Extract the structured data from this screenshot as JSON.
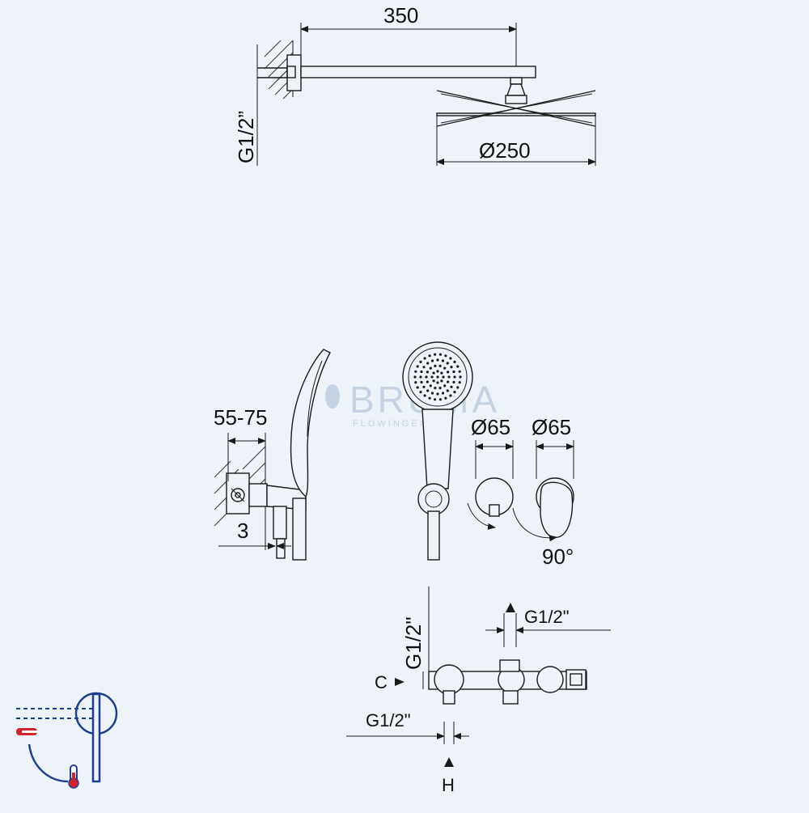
{
  "colors": {
    "background": "#eef3f9",
    "line": "#1a1a1a",
    "icon_blue": "#1d3f8f",
    "icon_red": "#d3222a",
    "watermark": "#c5d2e2"
  },
  "watermark": {
    "brand": "BRUMA",
    "tagline": "FLOWINGEXP"
  },
  "overhead_shower": {
    "arm_length": "350",
    "head_diameter": "Ø250",
    "inlet_thread": "G1/2”"
  },
  "hand_shower": {
    "wall_depth": "55-75",
    "offset": "3",
    "plate_left_diameter": "Ø65",
    "plate_right_diameter": "Ø65",
    "rotation": "90°"
  },
  "mixer": {
    "inlet_vertical": "G1/2\"",
    "outlet_right": "G1/2\"",
    "outlet_bottom": "G1/2\"",
    "cold_label": "C",
    "hot_label": "H"
  },
  "icons": [
    "mixer-temperature-icon",
    "thermometer-icon"
  ]
}
